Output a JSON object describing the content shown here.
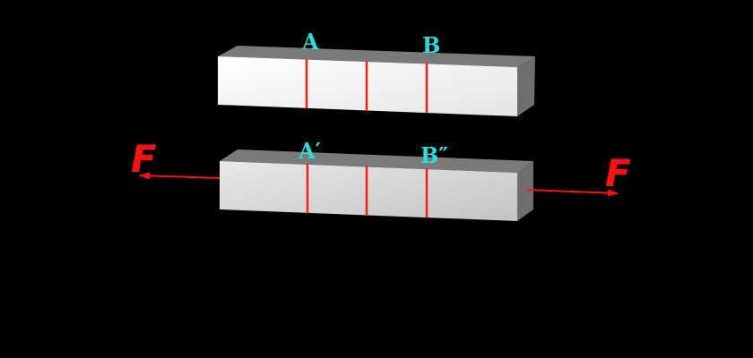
{
  "labels": {
    "top_left_mark": "A",
    "top_right_mark": "B",
    "bottom_left_mark": "A′",
    "bottom_right_mark": "B″",
    "force_left": "F",
    "force_right": "F"
  },
  "colors": {
    "background": "#000000",
    "mark_line": "#FF1A1A",
    "label_cyan": "#22E0E0",
    "force": "#FF1010",
    "bar_top_face": "#7A7A7A",
    "bar_side_face": "#6E6E6E"
  }
}
